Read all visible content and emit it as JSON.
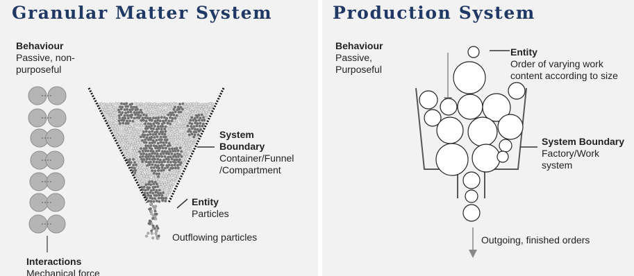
{
  "left": {
    "title": "Granular Matter System",
    "behaviour": {
      "heading": "Behaviour",
      "line1": "Passive, non-",
      "line2": "purposeful"
    },
    "system_boundary": {
      "heading1": "System",
      "heading2": "Boundary",
      "line1": "Container/Funnel",
      "line2": "/Compartment"
    },
    "entity": {
      "heading": "Entity",
      "text": "Particles"
    },
    "outflow": "Outflowing particles",
    "interactions": {
      "heading": "Interactions",
      "text": "Mechanical force"
    }
  },
  "right": {
    "title": "Production System",
    "behaviour": {
      "heading": "Behaviour",
      "line1": "Passive,",
      "line2": "Purposeful"
    },
    "entity": {
      "heading": "Entity",
      "line1": "Order of  varying work",
      "line2": "content according to size"
    },
    "system_boundary": {
      "heading": "System Boundary",
      "line1": "Factory/Work",
      "line2": "system"
    },
    "outgoing": "Outgoing, finished orders"
  },
  "colors": {
    "title": "#1f3864",
    "panel_bg": "#f2f2f2",
    "particle_dark": "#6e6e6e",
    "particle_light": "#dcdcdc",
    "order_circle": "#ffffff"
  }
}
